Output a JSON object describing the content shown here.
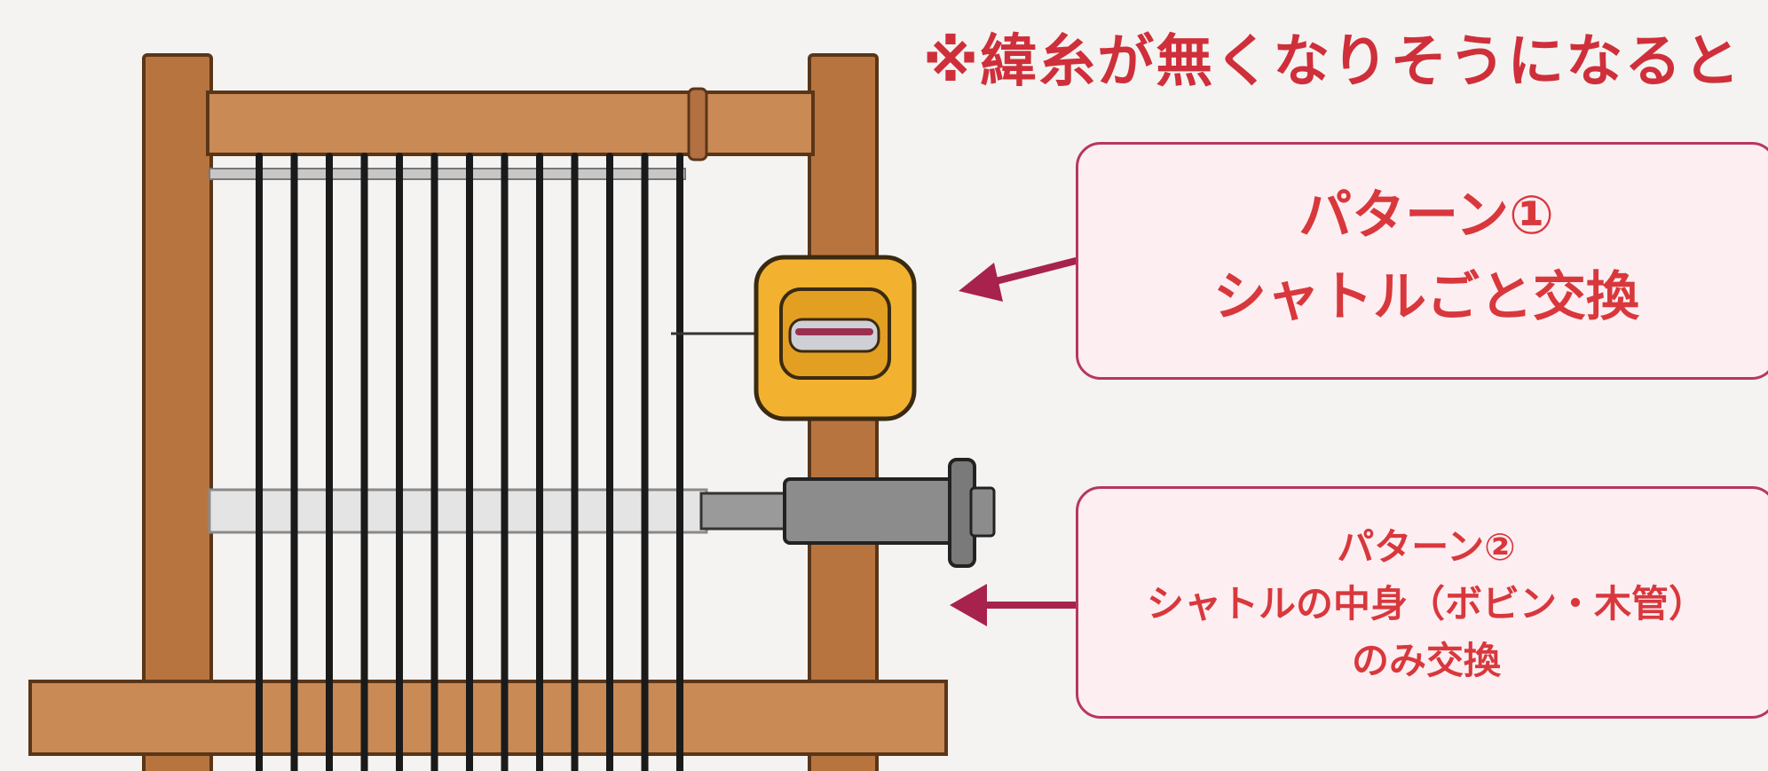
{
  "heading": "※緯糸が無くなりそうになると",
  "pattern1": {
    "line1": "パターン①",
    "line2": "シャトルごと交換"
  },
  "pattern2": {
    "line1": "パターン②",
    "line2": "シャトルの中身（ボビン・木管）",
    "line3": "のみ交換"
  },
  "colors": {
    "text_red": "#d8383c",
    "box_fill": "#fdeef2",
    "box_border": "#b7375d",
    "arrow": "#a8224e",
    "wood": "#b8743f",
    "shuttle_yellow": "#f2b230"
  }
}
